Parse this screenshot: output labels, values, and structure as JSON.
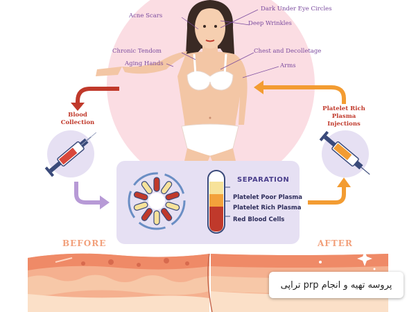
{
  "labels": {
    "acne_scars": "Acne Scars",
    "dark_under_eye": "Dark Under Eye Circles",
    "deep_wrinkles": "Deep Wrinkles",
    "chronic_tendom": "Chronic Tendom",
    "aging_hands": "Aging Hands",
    "chest_decolletage": "Chest and Decolletage",
    "arms": "Arms"
  },
  "steps": {
    "blood_collection_line1": "Blood",
    "blood_collection_line2": "Collection",
    "prp_line1": "Platelet Rich",
    "prp_line2": "Plasma",
    "prp_line3": "Injections"
  },
  "separation": {
    "title": "SEPARATION",
    "layers": [
      "Platelet Poor Plasma",
      "Platelet Rich Plasma",
      "Red Blood Cells"
    ]
  },
  "phases": {
    "before": "BEFORE",
    "after": "AFTER"
  },
  "caption": "پروسه تهیه و انجام prp تراپی",
  "colors": {
    "pink_circle": "#fbdde3",
    "purple_panel": "#e6e0f3",
    "red_arrow": "#c0392b",
    "orange_arrow": "#f39c32",
    "purple_arrow": "#b79ad6",
    "skin_top": "#f28b6b",
    "skin_mid": "#f5b08f"
  }
}
